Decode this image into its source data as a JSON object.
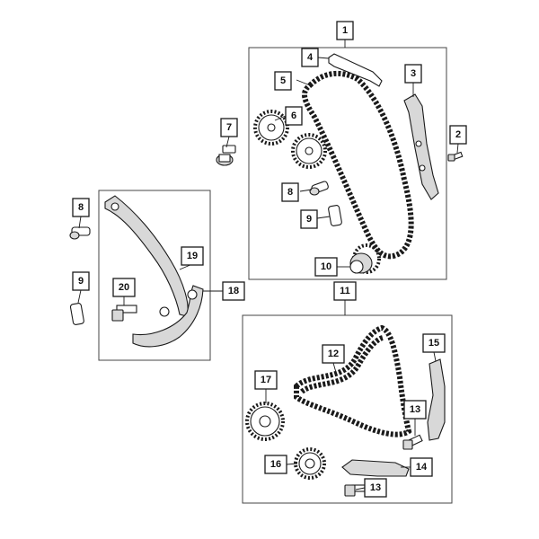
{
  "diagram": {
    "callouts": {
      "c1": "1",
      "c2": "2",
      "c3": "3",
      "c4": "4",
      "c5": "5",
      "c6": "6",
      "c7": "7",
      "c8a": "8",
      "c8b": "8",
      "c9a": "9",
      "c9b": "9",
      "c10": "10",
      "c11": "11",
      "c12": "12",
      "c13a": "13",
      "c13b": "13",
      "c14": "14",
      "c15": "15",
      "c16": "16",
      "c17": "17",
      "c18": "18",
      "c19": "19",
      "c20": "20"
    }
  }
}
